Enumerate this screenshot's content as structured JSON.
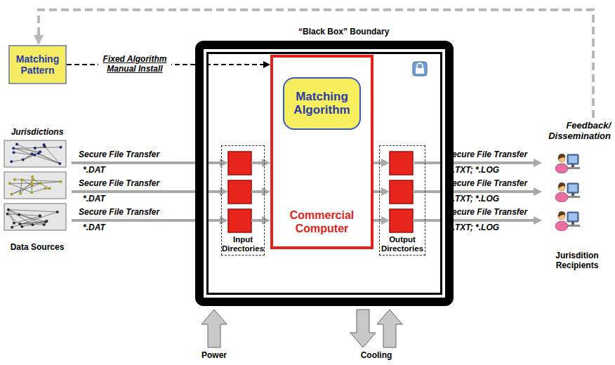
{
  "diagram": {
    "nodes": [
      {
        "text": [
          "Matching Pattern"
        ]
      },
      {
        "text": [
          "Jurisdictions",
          "Data Sources"
        ]
      },
      {
        "text": [
          "“Black Box” Boundary"
        ]
      },
      {
        "text": [
          "Commercial Computer"
        ],
        "in": 2
      },
      {
        "text": [
          "Matching Algorithm"
        ],
        "in": 3
      },
      {
        "text": [
          "Input Directories"
        ],
        "in": 2
      },
      {
        "text": [
          "Output Directories"
        ],
        "in": 2
      },
      {
        "text": [
          "Feedback/ Dissemination",
          "Jurisdition Recipients"
        ]
      }
    ],
    "edges": [
      {
        "from": 0,
        "to": 3,
        "label": "Fixed Algorithm Manual Install",
        "arrow": "to"
      },
      {
        "from": 1,
        "to": 5,
        "label": "Secure File Transfer",
        "arrow": "to"
      },
      {
        "from": 1,
        "to": 5,
        "label": "Secure File Transfer",
        "arrow": "to"
      },
      {
        "from": 1,
        "to": 5,
        "label": "Secure File Transfer",
        "arrow": "to"
      },
      {
        "from": 5,
        "to": 3,
        "arrow": "to"
      },
      {
        "from": 5,
        "to": 3,
        "arrow": "to"
      },
      {
        "from": 5,
        "to": 3,
        "arrow": "to"
      },
      {
        "from": 3,
        "to": 6,
        "arrow": "to"
      },
      {
        "from": 3,
        "to": 6,
        "arrow": "to"
      },
      {
        "from": 3,
        "to": 6,
        "arrow": "to"
      },
      {
        "from": 6,
        "to": 7,
        "label": "Secure File Transfer",
        "arrow": "to"
      },
      {
        "from": 6,
        "to": 7,
        "label": "Secure File Transfer",
        "arrow": "to"
      },
      {
        "from": 6,
        "to": 7,
        "label": "Secure File Transfer",
        "arrow": "to"
      },
      {
        "from": 7,
        "to": 0,
        "arrow": "to"
      }
    ],
    "labels": [
      "*.DAT",
      "*.DAT",
      "*.DAT",
      "*.TXT; *.LOG",
      "*.TXT; *.LOG",
      "*.TXT; *.LOG",
      "Power",
      "Cooling"
    ]
  }
}
